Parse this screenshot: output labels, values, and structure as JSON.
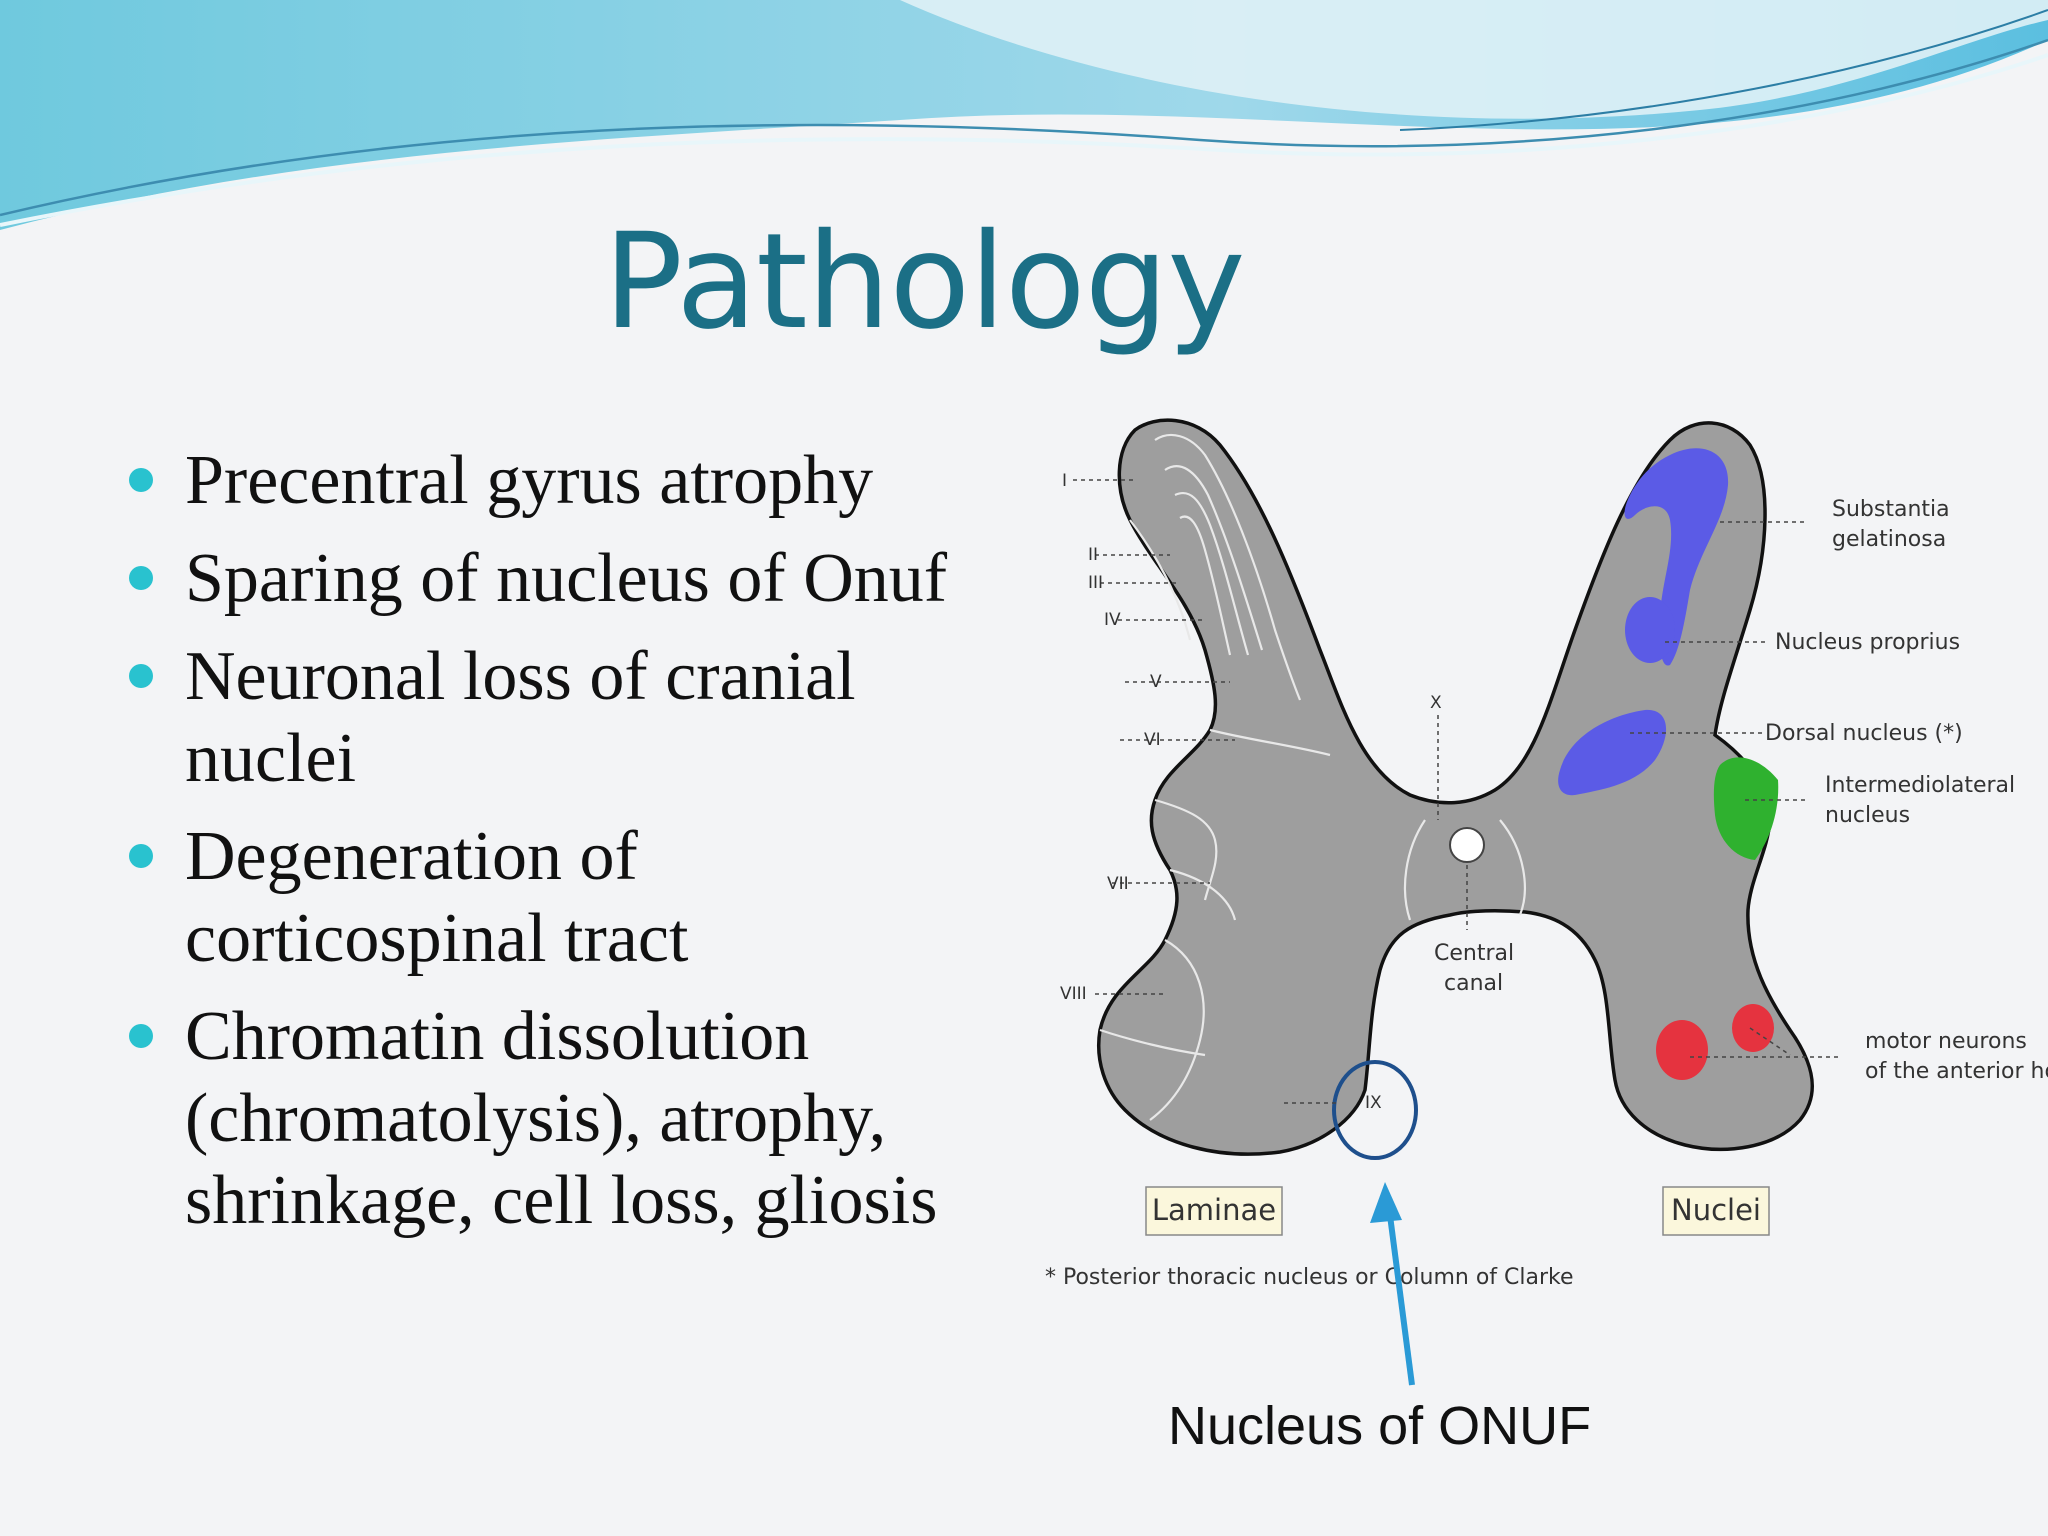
{
  "slide": {
    "title": "Pathology",
    "bullets": [
      "Precentral gyrus atrophy",
      "Sparing of nucleus of Onuf",
      "Neuronal loss of cranial nuclei",
      "Degeneration of corticospinal tract",
      "Chromatin dissolution (chromatolysis), atrophy, shrinkage, cell loss, gliosis"
    ],
    "colors": {
      "title": "#1b6f86",
      "bullet_marker": "#29c2cf",
      "grey_matter": "#9e9e9e",
      "nuclei_blue": "#5b5be6",
      "nuclei_green": "#2fb12f",
      "nuclei_red": "#e5333f",
      "highlight_circle": "#1e4f8c",
      "arrow": "#2a9ad6"
    }
  },
  "diagram": {
    "laminae": [
      "I",
      "II",
      "III",
      "IV",
      "V",
      "VI",
      "VII",
      "VIII",
      "IX",
      "X"
    ],
    "labels": {
      "substantia_line1": "Substantia",
      "substantia_line2": "gelatinosa",
      "nucleus_proprius": "Nucleus proprius",
      "dorsal_nucleus": "Dorsal nucleus (*)",
      "intermediolateral_line1": "Intermediolateral",
      "intermediolateral_line2": "nucleus",
      "central_canal_line1": "Central",
      "central_canal_line2": "canal",
      "motor_line1": "motor neurons",
      "motor_line2": "of the anterior ho"
    },
    "legend_laminae": "Laminae",
    "legend_nuclei": "Nuclei",
    "footnote": "* Posterior thoracic nucleus or Column of Clarke",
    "annotation": "Nucleus of ONUF"
  }
}
